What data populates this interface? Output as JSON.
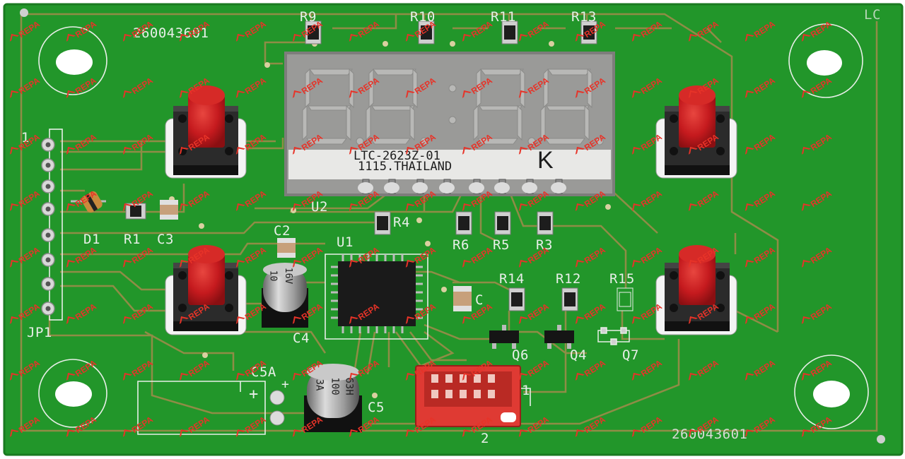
{
  "board": {
    "part_number_top": "260043601",
    "part_number_bottom": "260043601",
    "corner_mark": "LC"
  },
  "display": {
    "model_text": "LTC-2623Z-01",
    "origin_text": "1115.THAILAND",
    "logo_letter": "K"
  },
  "resistors": {
    "r_top_1": "R9",
    "r_top_2": "R10",
    "r_top_3": "R11",
    "r_top_4": "R13",
    "r4": "R4",
    "r6": "R6",
    "r5": "R5",
    "r3": "R3",
    "r1": "R1",
    "r14": "R14",
    "r12": "R12",
    "r15": "R15"
  },
  "labels": {
    "d1": "D1",
    "c3": "C3",
    "c2": "C2",
    "c4": "C4",
    "c_mid": "C",
    "c5": "C5",
    "c5a": "C5A",
    "u1": "U1",
    "u2": "U2",
    "q4": "Q4",
    "q6": "Q6",
    "q7": "Q7",
    "jp1": "JP1",
    "pin_1_header": "1",
    "pin_1_connector": "1",
    "pin_2_connector": "2",
    "plus_sign": "+",
    "plus_sign_2": "+"
  },
  "capacitor_c4": {
    "line1": "10",
    "line2": "16V"
  },
  "capacitor_c5": {
    "line1": "3A",
    "line2": "100",
    "line3": "63H"
  },
  "watermark": {
    "text": "REPA"
  },
  "colors": {
    "pcb_green": "#239a2a",
    "trace": "#a58a4a",
    "silkscreen": "#e8efe8",
    "button_cap": "#c8191c",
    "connector": "#e0413a",
    "display_face": "#9a9a98",
    "watermark": "#e73328"
  }
}
